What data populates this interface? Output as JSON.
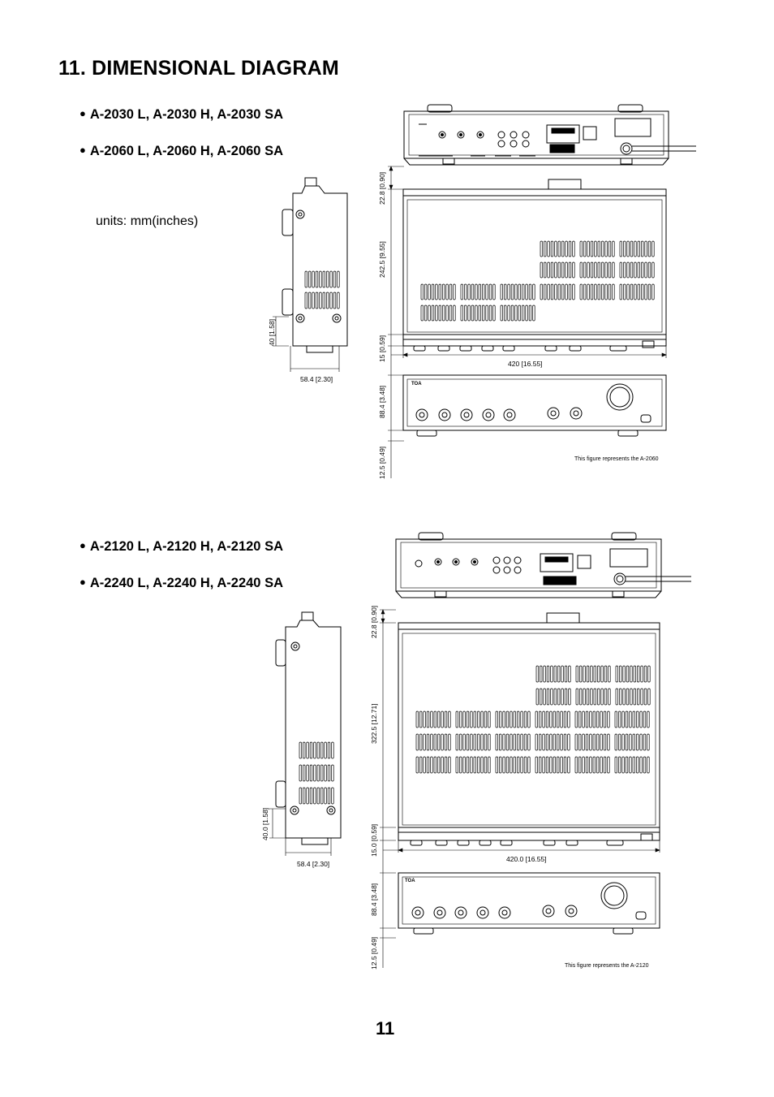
{
  "heading": "11.  DIMENSIONAL DIAGRAM",
  "units_label": "units: mm(inches)",
  "page_number": "11",
  "bullet": "●",
  "group1": {
    "models": [
      "A-2030 L, A-2030 H, A-2030 SA",
      "A-2060 L, A-2060 H, A-2060 SA"
    ],
    "dims": {
      "top_depth": "22.8 [0.90]",
      "body_depth": "242.5 [9.55]",
      "front_depth": "15 [0.59]",
      "width": "420 [16.55]",
      "side_height": "40 [1.58]",
      "side_width": "58.4 [2.30]",
      "front_height": "88.4 [3.48]",
      "foot_height": "12.5 [0.49]"
    },
    "note": "This figure represents the A-2060"
  },
  "group2": {
    "models": [
      "A-2120 L, A-2120 H, A-2120 SA",
      "A-2240 L, A-2240 H, A-2240 SA"
    ],
    "dims": {
      "top_depth": "22.8 [0.90]",
      "body_depth": "322.5 [12.71]",
      "front_depth": "15.0 [0.59]",
      "width": "420.0 [16.55]",
      "side_height": "40.0 [1.58]",
      "side_width": "58.4 [2.30]",
      "front_height": "88.4 [3.48]",
      "foot_height": "12.5 [0.49]"
    },
    "note": "This figure represents the A-2120"
  },
  "colors": {
    "ink": "#000000",
    "paper": "#ffffff"
  }
}
